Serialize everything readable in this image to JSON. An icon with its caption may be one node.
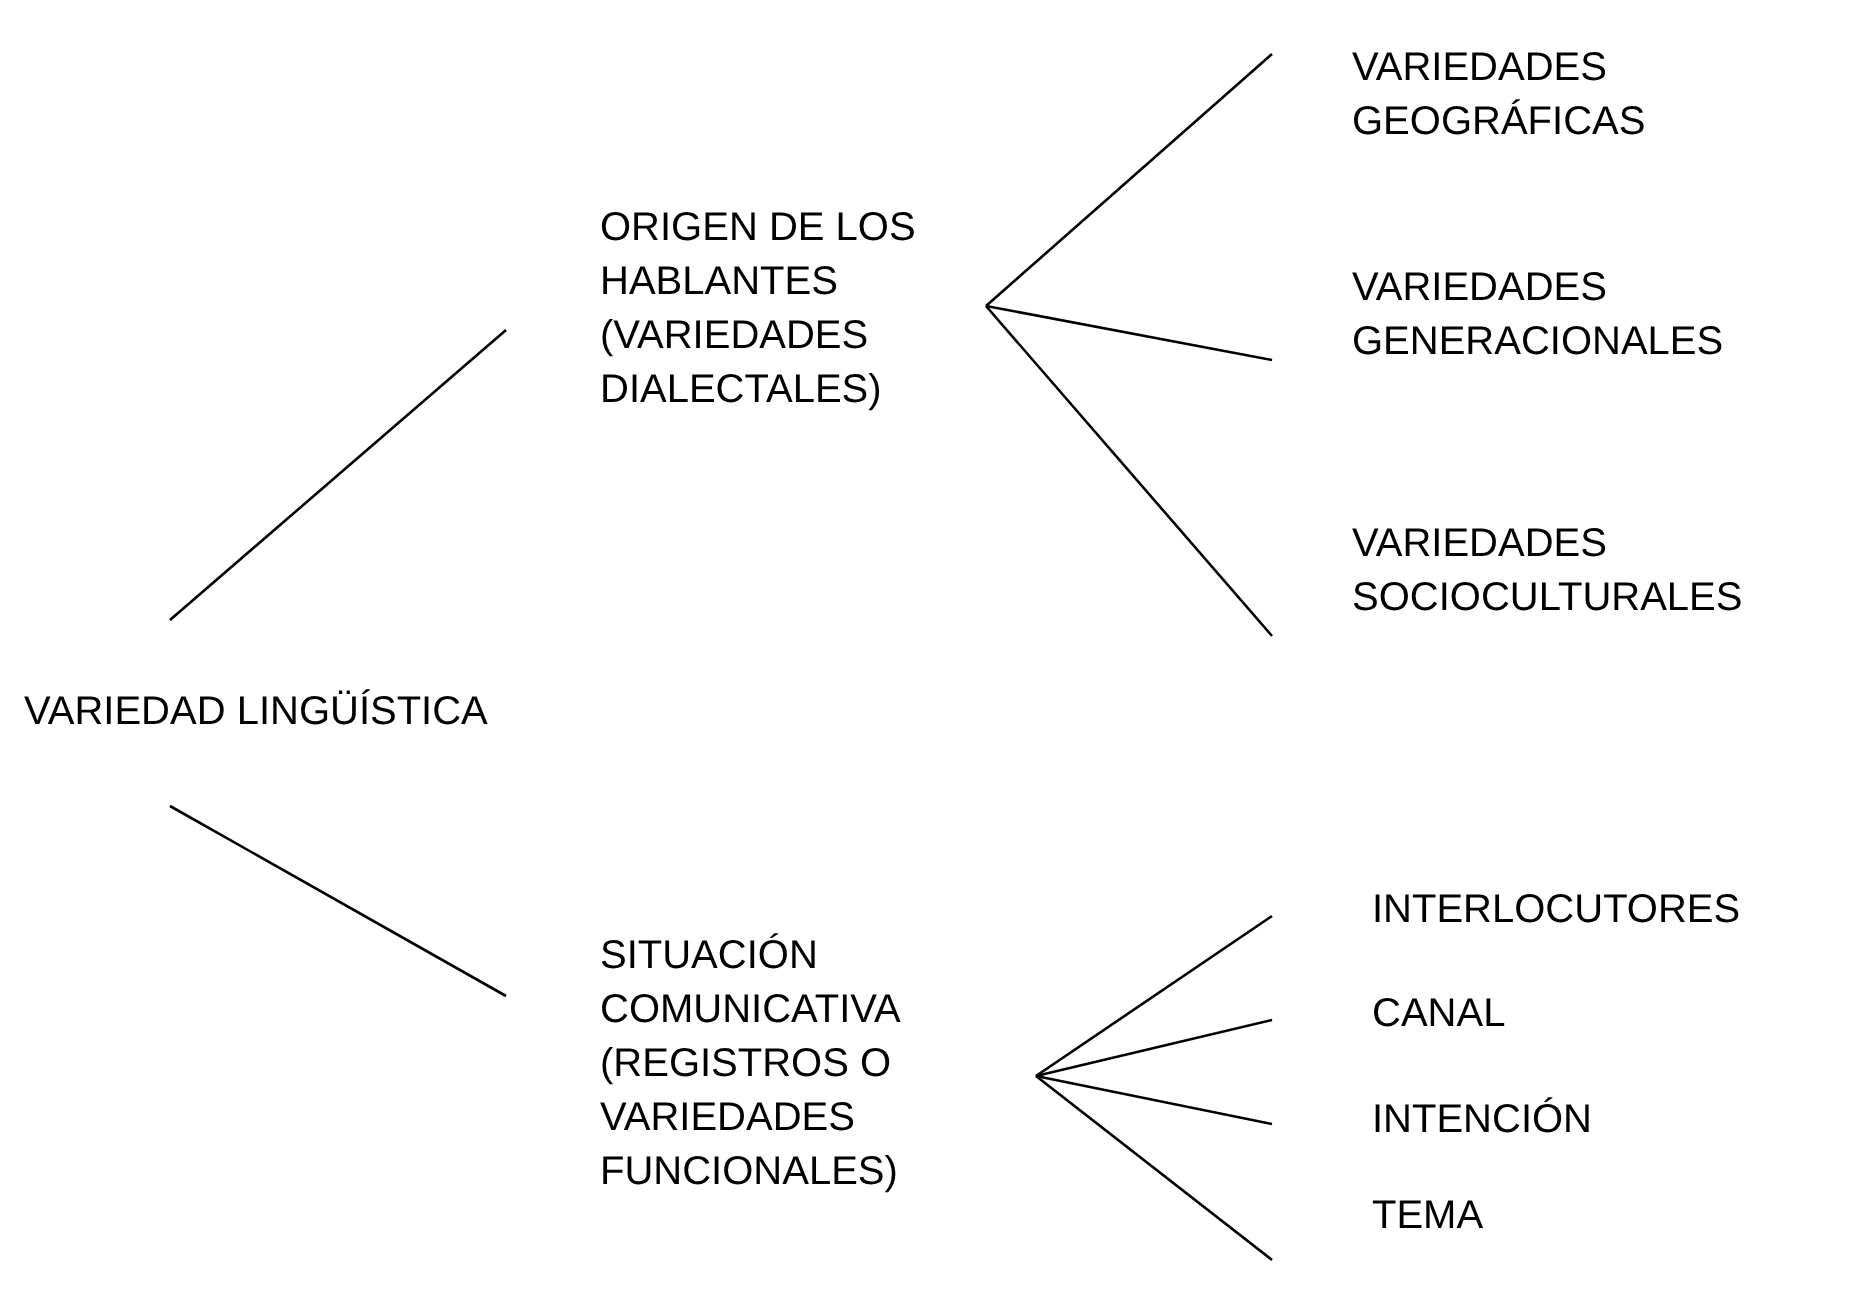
{
  "diagram": {
    "nodes": [
      {
        "text": [
          "VARIEDAD LINGÜÍSTICA"
        ]
      },
      {
        "text": [
          "ORIGEN DE LOS HABLANTES (VARIEDADES DIALECTALES)"
        ]
      },
      {
        "text": [
          "VARIEDADES GEOGRÁFICAS"
        ]
      },
      {
        "text": [
          "VARIEDADES GENERACIONALES"
        ]
      },
      {
        "text": [
          "VARIEDADES SOCIOCULTURALES"
        ]
      },
      {
        "text": [
          "SITUACIÓN COMUNICATIVA (REGISTROS O VARIEDADES FUNCIONALES)"
        ]
      },
      {
        "text": [
          "INTERLOCUTORES"
        ]
      },
      {
        "text": [
          "CANAL"
        ]
      },
      {
        "text": [
          "INTENCIÓN"
        ]
      },
      {
        "text": [
          "TEMA"
        ]
      }
    ],
    "edges": [
      {
        "from": 0,
        "to": 1,
        "arrow": "none"
      },
      {
        "from": 0,
        "to": 5,
        "arrow": "none"
      },
      {
        "from": 1,
        "to": 2,
        "arrow": "none"
      },
      {
        "from": 1,
        "to": 3,
        "arrow": "none"
      },
      {
        "from": 1,
        "to": 4,
        "arrow": "none"
      },
      {
        "from": 5,
        "to": 6,
        "arrow": "none"
      },
      {
        "from": 5,
        "to": 7,
        "arrow": "none"
      },
      {
        "from": 5,
        "to": 8,
        "arrow": "none"
      },
      {
        "from": 5,
        "to": 9,
        "arrow": "none"
      }
    ]
  }
}
